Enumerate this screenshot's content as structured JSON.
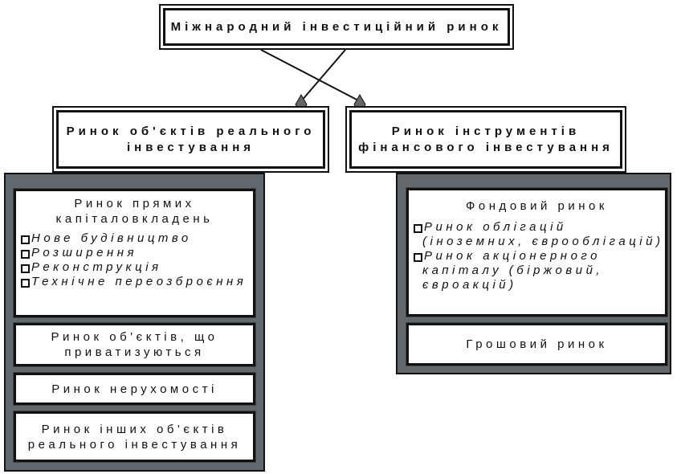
{
  "root": {
    "title": "Міжнародний інвестиційний ринок"
  },
  "left": {
    "title": [
      "Ринок об'єктів реального",
      "інвестування"
    ],
    "boxes": {
      "direct": {
        "title": [
          "Ринок прямих",
          "капіталовкладень"
        ],
        "items": [
          "Нове будівництво",
          "Розширення",
          "Реконструкція",
          "Технічне переозброєння"
        ]
      },
      "privatized": [
        "Ринок об'єктів, що",
        "приватизуються"
      ],
      "realestate": "Ринок нерухомості",
      "other": [
        "Ринок інших об'єктів",
        "реального інвестування"
      ]
    }
  },
  "right": {
    "title": [
      "Ринок інструментів",
      "фінансового інвестування"
    ],
    "boxes": {
      "stock": {
        "title": "Фондовий ринок",
        "items": [
          [
            "Ринок облігацій",
            "(іноземних, єврооблігацій)"
          ],
          [
            "Ринок акціонерного",
            "капіталу (біржовий,",
            "євроакцій)"
          ]
        ]
      },
      "money": "Грошовий ринок"
    }
  },
  "colors": {
    "panel": "#62676b",
    "border": "#111111"
  }
}
